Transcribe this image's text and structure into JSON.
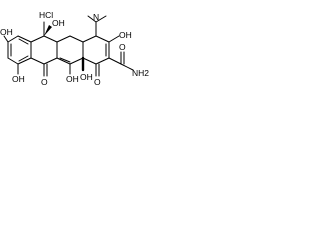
{
  "structure": {
    "type": "chemical-structure",
    "labels": {
      "hcl": "HCl",
      "oh_top": "OH",
      "n_dimethyl": "N",
      "oh_right_top": "OH",
      "oh_phenol_left": "OH",
      "oh_phenol_bottom": "OH",
      "oh_enol_bottom": "OH",
      "oh_ring_junction": "OH",
      "oxygen_bottom_left": "O",
      "oxygen_bottom_right": "O",
      "oxygen_amide": "O",
      "amide_nh2": "NH2"
    }
  }
}
